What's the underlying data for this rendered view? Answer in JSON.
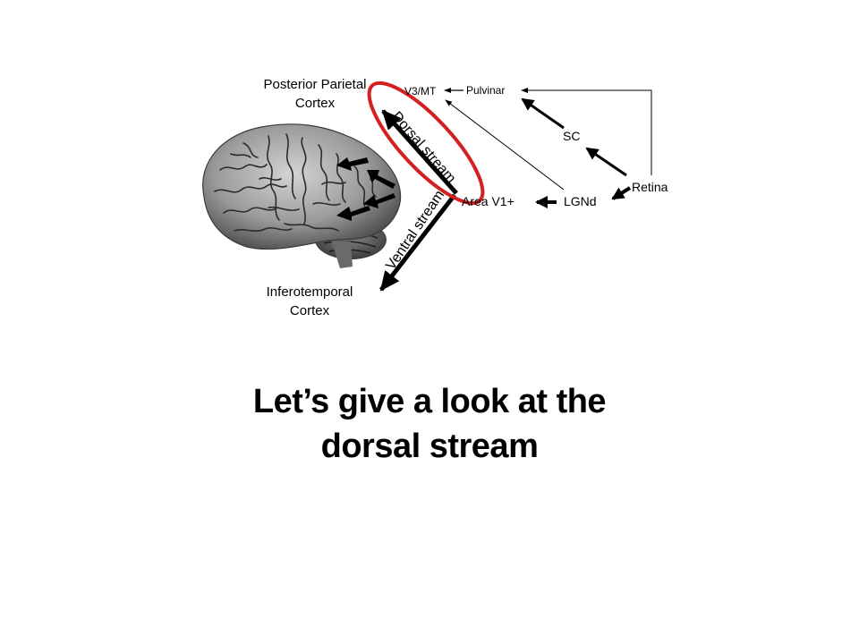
{
  "diagram": {
    "labels": {
      "posterior_parietal_line1": "Posterior Parietal",
      "posterior_parietal_line2": "Cortex",
      "v3mt": "V3/MT",
      "pulvinar": "Pulvinar",
      "sc": "SC",
      "retina": "Retina",
      "lgnd": "LGNd",
      "area_v1": "Area V1+",
      "dorsal_stream": "Dorsal stream",
      "ventral_stream": "Ventral stream",
      "inferotemporal_line1": "Inferotemporal",
      "inferotemporal_line2": "Cortex"
    },
    "highlight_color": "#d42020",
    "brain_image": "brain-lateral-view"
  },
  "caption": {
    "line1": "Let’s give a look at the",
    "line2": "dorsal stream"
  }
}
